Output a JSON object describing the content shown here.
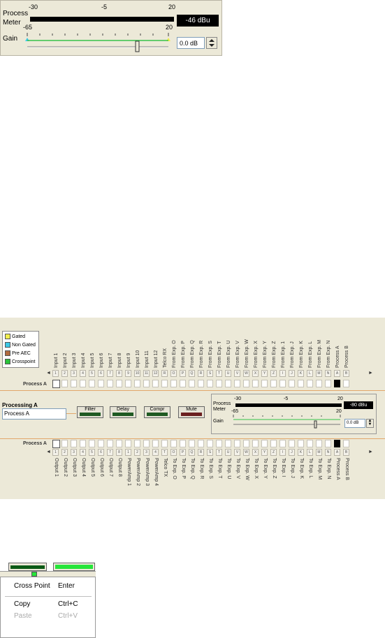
{
  "meter_panel": {
    "process_label": "Process",
    "meter_label": "Meter",
    "gain_label": "Gain",
    "meter_ticks": [
      "-30",
      "-5",
      "20"
    ],
    "gain_ticks": [
      "-65",
      "20"
    ],
    "meter_readout": "-46 dBu",
    "gain_value": "0.0 dB"
  },
  "matrix": {
    "legend": [
      "Gated",
      "Non Gated",
      "Pre AEC",
      "Crosspoint"
    ],
    "legend_colors": [
      "#f2ee4c",
      "#3cc9e6",
      "#b06a3e",
      "#29c23a"
    ],
    "inputs": [
      "Input 1",
      "Input 2",
      "Input 3",
      "Input 4",
      "Input 5",
      "Input 6",
      "Input 7",
      "Input 8",
      "Input 9",
      "Input 10",
      "Input 11",
      "Input 12",
      "Telco RX",
      "From Exp. O",
      "From Exp. P",
      "From Exp. Q",
      "From Exp. R",
      "From Exp. S",
      "From Exp. T",
      "From Exp. U",
      "From Exp. V",
      "From Exp. W",
      "From Exp. X",
      "From Exp. Y",
      "From Exp. Z",
      "From Exp. 1",
      "From Exp. J",
      "From Exp. K",
      "From Exp. L",
      "From Exp. M",
      "From Exp. N",
      "Process A",
      "Process B"
    ],
    "input_numbers": [
      "1",
      "2",
      "3",
      "4",
      "5",
      "6",
      "7",
      "8",
      "9",
      "10",
      "11",
      "12",
      "R",
      "O",
      "P",
      "Q",
      "R",
      "S",
      "T",
      "U",
      "V",
      "W",
      "X",
      "Y",
      "Z",
      "I",
      "J",
      "K",
      "L",
      "M",
      "N",
      "A",
      "B"
    ],
    "outputs": [
      "Output 1",
      "Output 2",
      "Output 3",
      "Output 4",
      "Output 5",
      "Output 6",
      "Output 7",
      "Output 8",
      "PowerAmp 1",
      "PowerAmp 2",
      "PowerAmp 3",
      "PowerAmp 4",
      "Telco TX",
      "To Exp. O",
      "To Exp. P",
      "To Exp. Q",
      "To Exp. R",
      "To Exp. S",
      "To Exp. T",
      "To Exp. U",
      "To Exp. V",
      "To Exp. W",
      "To Exp. X",
      "To Exp. Y",
      "To Exp. Z",
      "To Exp. I",
      "To Exp. J",
      "To Exp. K",
      "To Exp. L",
      "To Exp. M",
      "To Exp. N",
      "Process A",
      "Process B"
    ],
    "output_numbers": [
      "1",
      "2",
      "3",
      "4",
      "5",
      "6",
      "7",
      "8",
      "1",
      "2",
      "3",
      "4",
      "T",
      "O",
      "P",
      "Q",
      "R",
      "S",
      "T",
      "U",
      "V",
      "W",
      "X",
      "Y",
      "Z",
      "I",
      "J",
      "K",
      "L",
      "M",
      "N",
      "A",
      "B"
    ],
    "row_label_top": "Process A",
    "row_label_bottom": "Process A",
    "processing_title": "Processing A",
    "processing_name": "Process A",
    "buttons": [
      "Filter",
      "Delay",
      "Compr",
      "Mute"
    ],
    "button_colors": [
      "#1f5a22",
      "#1f5a22",
      "#1f5a22",
      "#6b1f1f"
    ],
    "mini_meter": {
      "process_label": "Process",
      "meter_label": "Meter",
      "gain_label": "Gain",
      "meter_ticks": [
        "-30",
        "-5",
        "20"
      ],
      "gain_ticks": [
        "-65",
        "20"
      ],
      "readout": "-80 dBu",
      "gain_value": "0.0 dB"
    }
  },
  "context_menu": {
    "items": [
      {
        "label": "Cross Point",
        "shortcut": "Enter",
        "enabled": true
      },
      {
        "label": "Copy",
        "shortcut": "Ctrl+C",
        "enabled": true
      },
      {
        "label": "Paste",
        "shortcut": "Ctrl+V",
        "enabled": false
      }
    ]
  }
}
